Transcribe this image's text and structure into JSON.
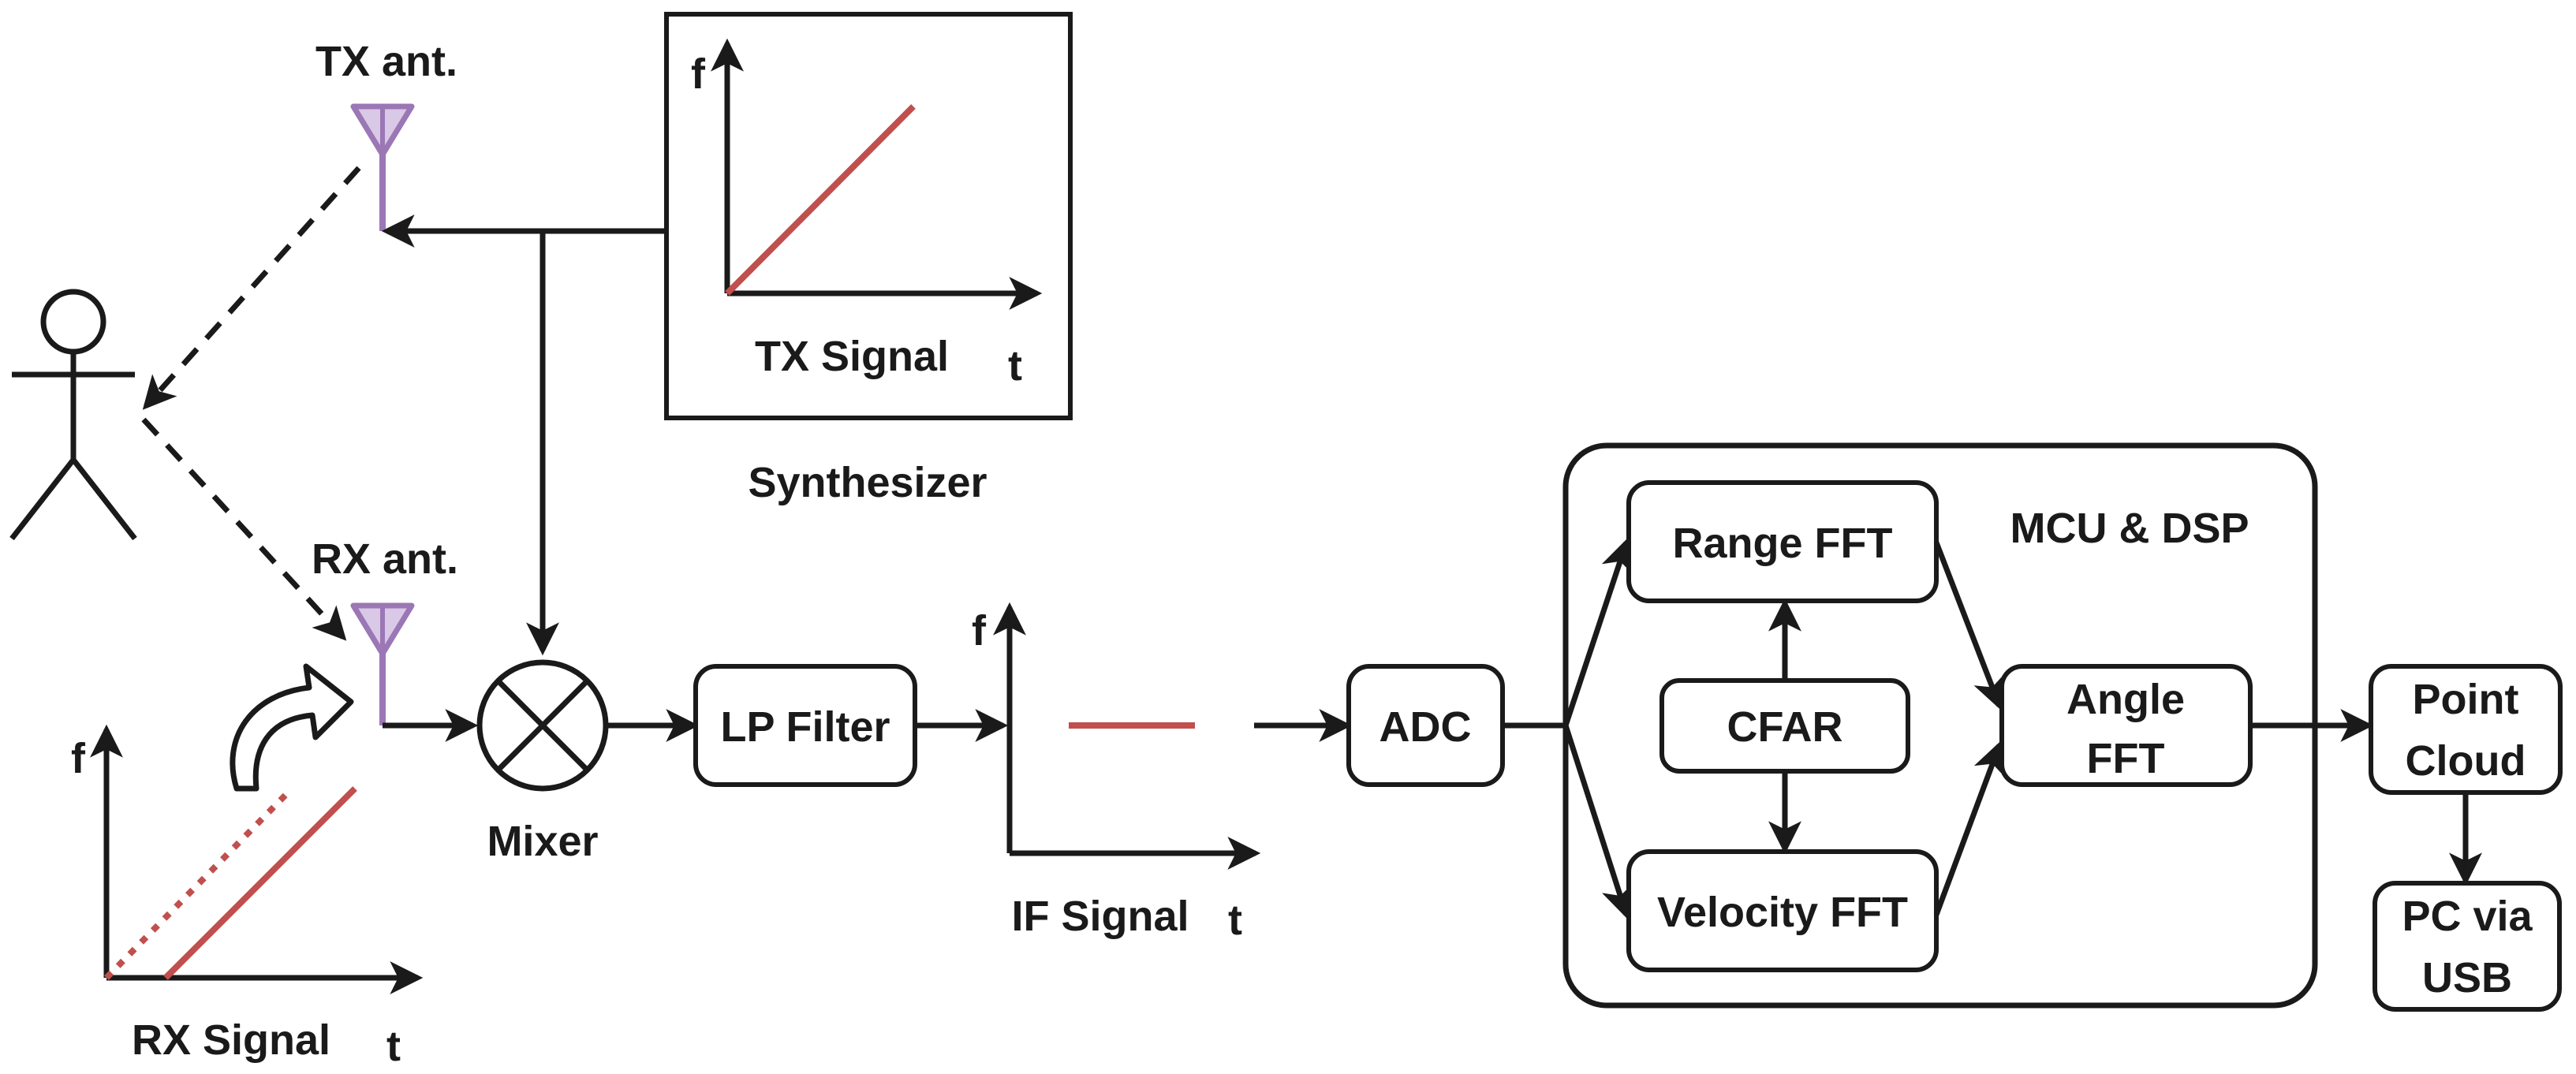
{
  "colors": {
    "line": "#1a1a1a",
    "antenna": "#9b77b5",
    "antenna_fill": "#d9c8e6",
    "signal": "#c0504d"
  },
  "icons": [
    "tx-antenna-icon",
    "rx-antenna-icon",
    "person-icon",
    "mixer-icon",
    "curved-arrow-icon"
  ],
  "labels": {
    "tx_ant": "TX ant.",
    "rx_ant": "RX ant.",
    "synthesizer": "Synthesizer",
    "mixer": "Mixer",
    "tx_signal": "TX Signal",
    "rx_signal": "RX Signal",
    "if_signal": "IF Signal",
    "axis_f": "f",
    "axis_t": "t",
    "mcu_dsp": "MCU & DSP"
  },
  "blocks": {
    "lp_filter": "LP Filter",
    "adc": "ADC",
    "range_fft": "Range FFT",
    "cfar": "CFAR",
    "velocity_fft": "Velocity FFT",
    "angle_fft_line1": "Angle",
    "angle_fft_line2": "FFT",
    "point_cloud_line1": "Point",
    "point_cloud_line2": "Cloud",
    "pc_usb_line1": "PC via",
    "pc_usb_line2": "USB"
  }
}
